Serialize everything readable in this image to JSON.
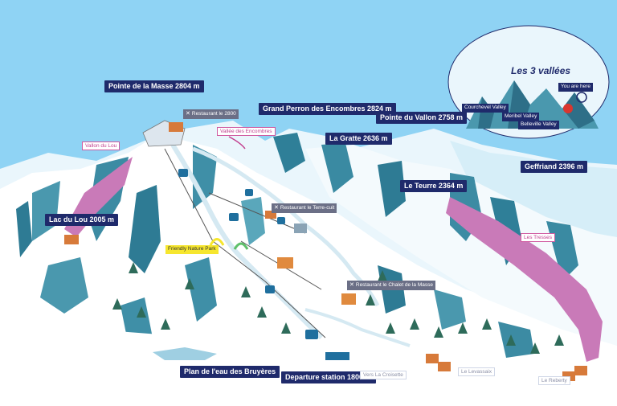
{
  "peaks": {
    "pointe_masse": "Pointe de la Masse 2804 m",
    "grand_perron": "Grand Perron des Encombres 2824 m",
    "pointe_vallon": "Pointe du Vallon 2758 m",
    "gratte": "La Gratte 2636 m",
    "teurre": "Le Teurre 2364 m",
    "geffriand": "Geffriand 2396 m",
    "lac_lou": "Lac du Lou 2005 m",
    "plan_eau": "Plan de l'eau des Bruyères",
    "departure": "Departure station 1800 m"
  },
  "restaurants": {
    "r2800": "Restaurant le 2800",
    "terre_cuit": "Restaurant le Terre-cuit",
    "chalet_masse": "Restaurant le Chalet de la Masse"
  },
  "pink_labels": {
    "vallon_lou": "Vallon du Lou",
    "vallee_encombres": "Vallée des Encombres",
    "les_tresses": "Les Tresses"
  },
  "park": "Friendly Nature Park",
  "villages": {
    "croisette": "Vers La Croisette",
    "levassaix": "Le Levassaix",
    "reberty": "Le Reberty"
  },
  "inset": {
    "logo": "Les 3 vallées",
    "you_are_here": "You are here",
    "courchevel": "Courchevel Valley",
    "meribel": "Meribel Valley",
    "belleville": "Belleville Valley"
  },
  "colors": {
    "sky": "#8fd3f4",
    "label_bg": "#1f2a6b",
    "pink": "#c2408f",
    "snow": "#ffffff",
    "shadow": "#2c7c96"
  }
}
